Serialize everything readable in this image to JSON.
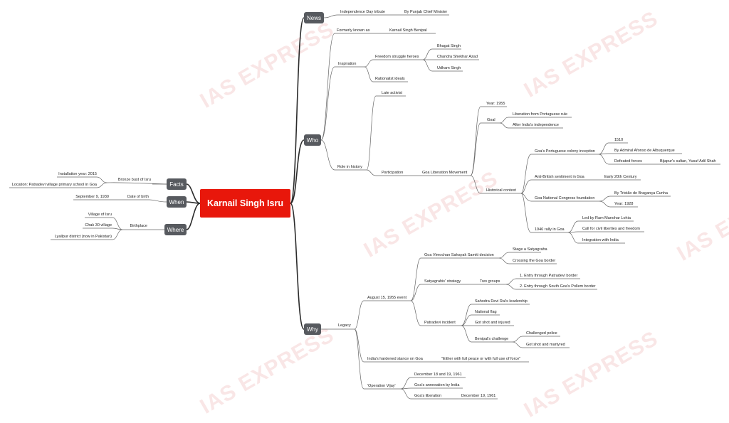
{
  "center": "Karnail Singh Isru",
  "watermark": "IAS EXPRESS",
  "branch_color": "#2b2b2b",
  "center_color": "#e8170b",
  "main_node_color": "#575a5f",
  "main": {
    "news": "News",
    "who": "Who",
    "why": "Why",
    "facts": "Facts",
    "when": "When",
    "where": "Where"
  },
  "news": {
    "tribute": "Independence Day tribute",
    "by": "By Punjab Chief Minister"
  },
  "who": {
    "formerly": "Formerly known as",
    "benipal": "Karnail Singh Benipal",
    "inspiration": "Inspiration",
    "freedom_heroes": "Freedom struggle heroes",
    "bhagat": "Bhagat Singh",
    "chandra": "Chandra Shekhar Azad",
    "udham": "Udham Singh",
    "rationalist": "Rationalist ideals",
    "role": "Role in history",
    "late_activist": "Late activist",
    "participation": "Participation",
    "glm": "Goa Liberation Movement",
    "year": "Year: 1955",
    "goal": "Goal",
    "liberation_port": "Liberation from Portuguese rule",
    "after_indep": "After India's independence",
    "hist_context": "Historical context",
    "port_inception": "Goa's Portuguese colony inception",
    "y1510": "1510",
    "albuquerque": "By Admiral Afonso de Albuquerque",
    "defeated": "Defeated forces",
    "bijapur": "Bijapur's sultan, Yusuf Adil Shah",
    "anti_british": "Anti-British sentiment in Goa",
    "early20": "Early 20th Century",
    "gnc": "Goa National Congress foundation",
    "braganca": "By Tristão de Bragança Cunha",
    "y1928": "Year: 1928",
    "rally1946": "1946 rally in Goa",
    "lohia": "Led by Ram Manohar Lohia",
    "civil_liberties": "Call for civil liberties and freedom",
    "integration": "Integration with India"
  },
  "why": {
    "legacy": "Legacy",
    "aug15": "August 15, 1955 event",
    "gvss": "Goa Vimochan Sahayak Samiti decision",
    "satyagraha": "Stage a Satyagraha",
    "crossing": "Crossing the Goa border",
    "strategy": "Satyagrahis' strategy",
    "two_groups": "Two groups",
    "patradevi_entry": "1. Entry through Patradevi border",
    "pollem_entry": "2. Entry through South Goa's Pollem border",
    "patradevi_incident": "Patradevi incident",
    "sahodra": "Sahodra Devi Rai's leadership",
    "flag": "National flag",
    "shot": "Got shot and injured",
    "challenge": "Benipal's challenge",
    "police": "Challenged police",
    "martyred": "Got shot and martyred",
    "hardened": "India's hardened stance on Goa",
    "quote": "\"Either with full peace or with full use of force\"",
    "vijay": "'Operation Vijay'",
    "dec1819": "December 18 and 19, 1961",
    "annexation": "Goa's annexation by India",
    "goa_lib": "Goa's liberation",
    "dec19": "December 19, 1961"
  },
  "facts": {
    "bust": "Bronze bust of Isru",
    "install": "Installation year: 2015",
    "location": "Location: Patradevi village primary school in Goa"
  },
  "when": {
    "dob": "Date of birth",
    "date": "September 9, 1930"
  },
  "where": {
    "birthplace": "Birthplace",
    "isru": "Village of Isru",
    "chak": "Chak 30 village",
    "lyallpur": "Lyallpur district (now in Pakistan)"
  }
}
